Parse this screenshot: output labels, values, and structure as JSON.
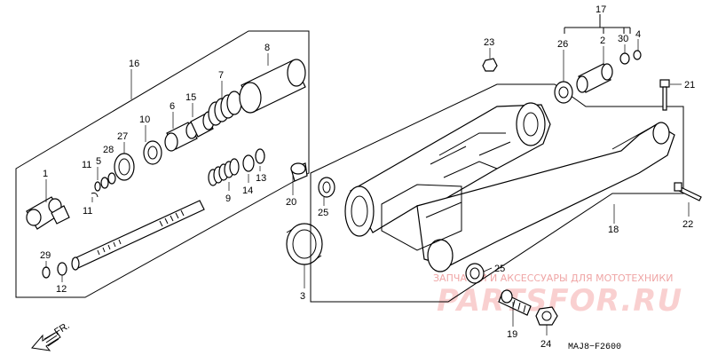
{
  "diagram": {
    "code": "MAJ8−F2600",
    "front_label": "FR.",
    "watermark_caption": "ЗАПЧАСТИ И АКСЕССУАРЫ ДЛЯ МОТОТЕХНИКИ",
    "watermark_brand": "PARTSFOR.RU",
    "callouts": {
      "n1": "1",
      "n2": "2",
      "n3": "3",
      "n4": "4",
      "n5": "5",
      "n6": "6",
      "n7": "7",
      "n8": "8",
      "n9": "9",
      "n10": "10",
      "n11a": "11",
      "n11b": "11",
      "n12": "12",
      "n13": "13",
      "n14": "14",
      "n15": "15",
      "n16": "16",
      "n17": "17",
      "n18": "18",
      "n19": "19",
      "n20": "20",
      "n21": "21",
      "n22": "22",
      "n23": "23",
      "n24": "24",
      "n25a": "25",
      "n25b": "25",
      "n26": "26",
      "n27": "27",
      "n28": "28",
      "n29": "29",
      "n30": "30"
    }
  }
}
